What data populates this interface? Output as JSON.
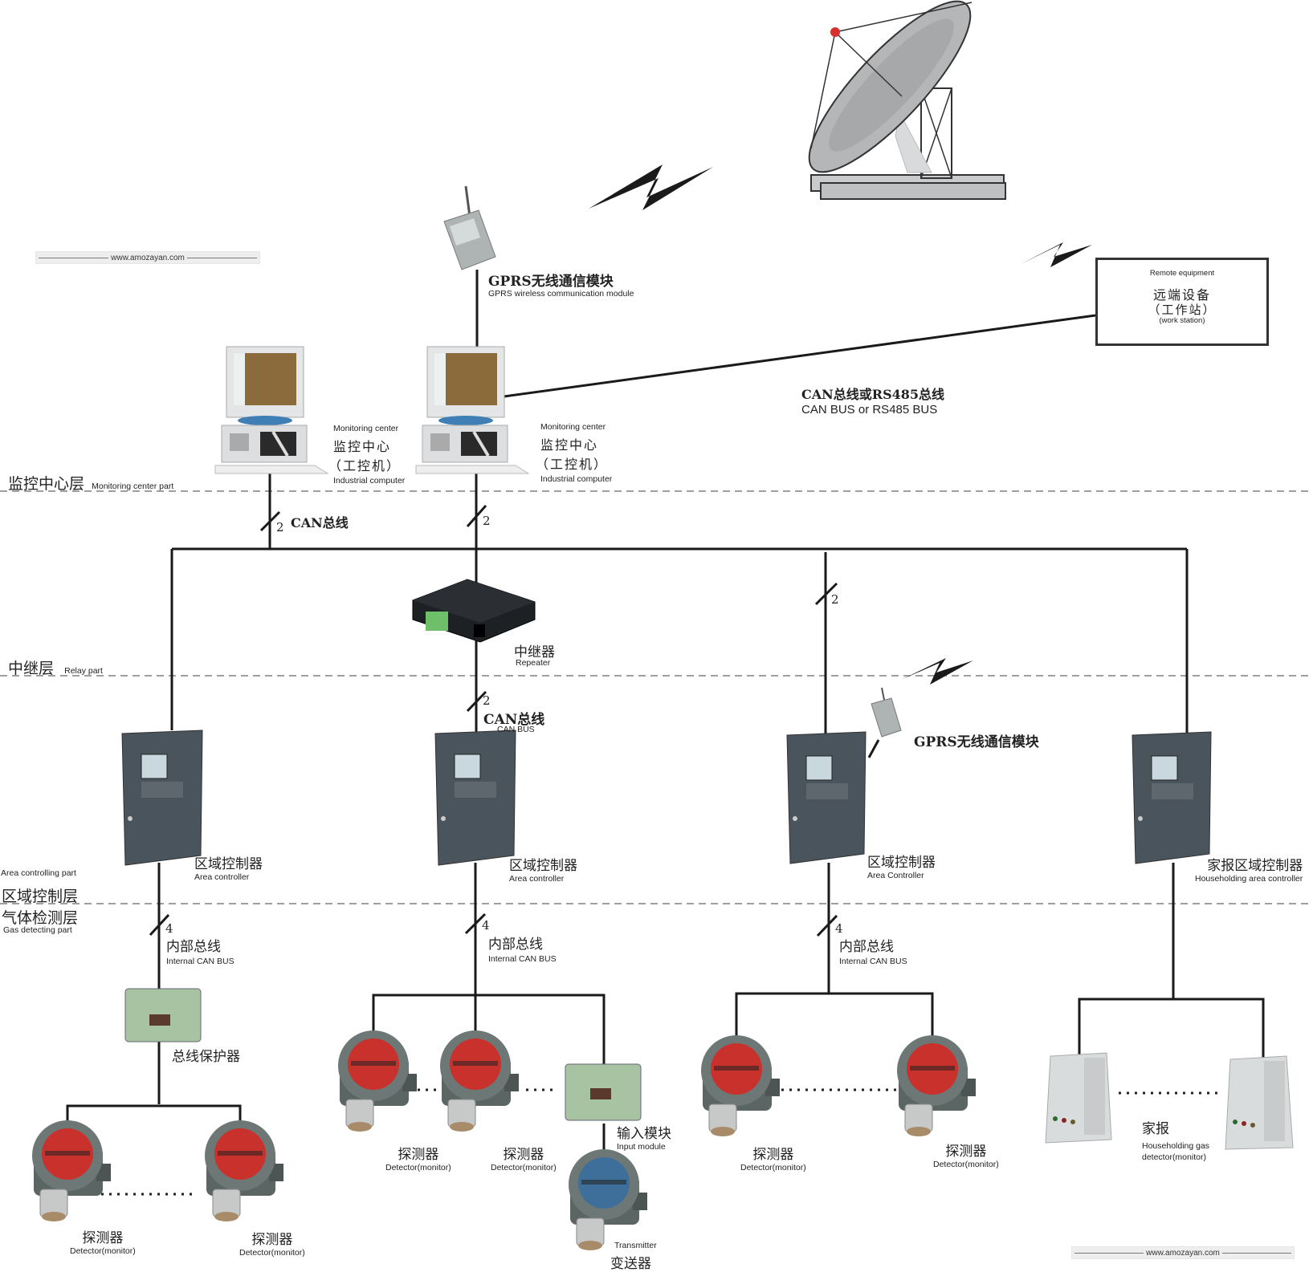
{
  "watermark": {
    "text": "www.amozayan.com"
  },
  "layers": {
    "monitoring": {
      "zh": "监控中心层",
      "en": "Monitoring center part"
    },
    "relay": {
      "zh": "中继层",
      "en": "Relay part"
    },
    "area": {
      "zh": "区域控制层",
      "en": "Area controlling part"
    },
    "gas": {
      "zh": "气体检测层",
      "en": "Gas detecting part"
    }
  },
  "gprs_top": {
    "zh": "GPRS无线通信模块",
    "en": "GPRS wireless communication module"
  },
  "gprs_area": {
    "zh": "GPRS无线通信模块"
  },
  "monitoring_centers": [
    {
      "en_top": "Monitoring center",
      "zh1": "监控中心",
      "zh2": "（工控机）",
      "en_bottom": "Industrial computer"
    },
    {
      "en_top": "Monitoring center",
      "zh1": "监控中心",
      "zh2": "（工控机）",
      "en_bottom": "Industrial computer"
    }
  ],
  "remote": {
    "en": "Remote equipment",
    "zh1": "远端设备",
    "zh2": "（工作站）",
    "en2": "(work station)"
  },
  "bus_link": {
    "zh": "CAN总线或RS485总线",
    "en": "CAN BUS or RS485 BUS"
  },
  "can_bus_label": {
    "zh": "CAN总线"
  },
  "repeater": {
    "zh": "中继器",
    "en": "Repeater"
  },
  "repeater_bus": {
    "zh": "CAN总线",
    "en": "CAN BUS"
  },
  "wire_counts": {
    "can": "2",
    "internal": "4"
  },
  "controllers": [
    {
      "zh": "区域控制器",
      "en": "Area controller"
    },
    {
      "zh": "区域控制器",
      "en": "Area controller"
    },
    {
      "zh": "区域控制器",
      "en": "Area Controller"
    },
    {
      "zh": "家报区域控制器",
      "en": "Householding area controller"
    }
  ],
  "internal_bus": {
    "zh": "内部总线",
    "en": "Internal CAN BUS"
  },
  "bus_protector": {
    "zh": "总线保护器"
  },
  "detector": {
    "zh": "探测器",
    "en": "Detector(monitor)"
  },
  "input_module": {
    "zh": "输入模块",
    "en": "Input module"
  },
  "transmitter": {
    "zh": "变送器",
    "en": "Transmitter"
  },
  "household": {
    "zh": "家报",
    "en1": "Householding gas",
    "en2": "detector(monitor)"
  }
}
